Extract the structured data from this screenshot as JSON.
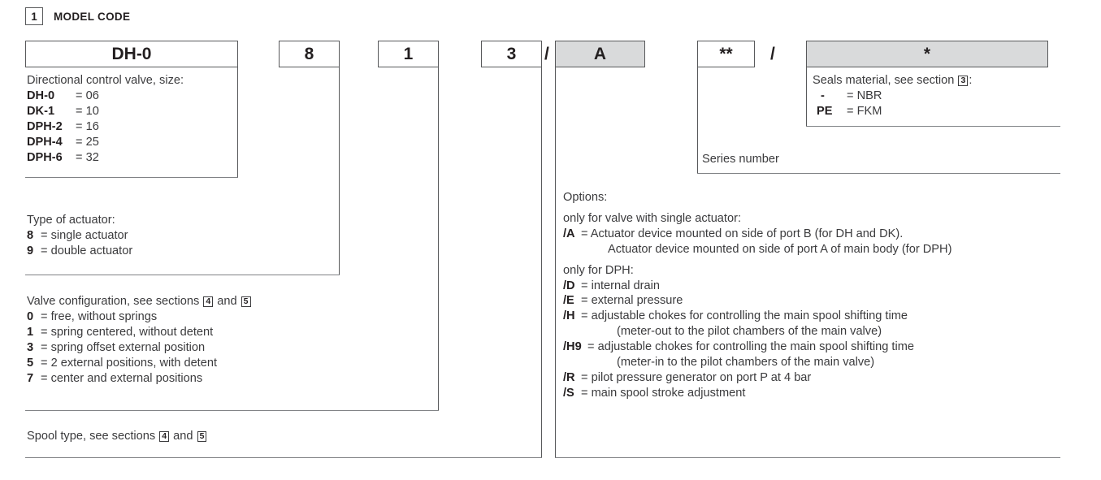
{
  "section": {
    "number": "1",
    "title": "MODEL CODE"
  },
  "code_boxes": [
    {
      "name": "model",
      "value": "DH-0",
      "shaded": false
    },
    {
      "name": "actuator-type",
      "value": "8",
      "shaded": false
    },
    {
      "name": "valve-configuration",
      "value": "1",
      "shaded": false
    },
    {
      "name": "spool-type",
      "value": "3",
      "shaded": false
    },
    {
      "name": "options",
      "value": "A",
      "shaded": true
    },
    {
      "name": "series-number",
      "value": "**",
      "shaded": false
    },
    {
      "name": "seals-material",
      "value": "*",
      "shaded": true
    }
  ],
  "separators": {
    "slash": "/"
  },
  "model_block": {
    "heading": "Directional control valve, size:",
    "items": [
      {
        "key": "DH-0",
        "eq": "=",
        "value": "06"
      },
      {
        "key": "DK-1",
        "eq": "=",
        "value": "10"
      },
      {
        "key": "DPH-2",
        "eq": "=",
        "value": "16"
      },
      {
        "key": "DPH-4",
        "eq": "=",
        "value": "25"
      },
      {
        "key": "DPH-6",
        "eq": "=",
        "value": "32"
      }
    ]
  },
  "actuator_block": {
    "heading": "Type of actuator:",
    "items": [
      {
        "key": "8",
        "eq": "=",
        "value": "single actuator"
      },
      {
        "key": "9",
        "eq": "=",
        "value": "double actuator"
      }
    ]
  },
  "valve_config_block": {
    "heading_pre": "Valve configuration, see sections",
    "heading_ref1": "4",
    "heading_mid": "and",
    "heading_ref2": "5",
    "items": [
      {
        "key": "0",
        "eq": "=",
        "value": "free, without springs"
      },
      {
        "key": "1",
        "eq": "=",
        "value": "spring centered, without detent"
      },
      {
        "key": "3",
        "eq": "=",
        "value": "spring offset external position"
      },
      {
        "key": "5",
        "eq": "=",
        "value": "2 external positions, with detent"
      },
      {
        "key": "7",
        "eq": "=",
        "value": "center and external positions"
      }
    ]
  },
  "spool_block": {
    "heading_pre": "Spool type, see sections",
    "heading_ref1": "4",
    "heading_mid": "and",
    "heading_ref2": "5"
  },
  "options_block": {
    "heading": "Options:",
    "group1_heading": "only for valve with single actuator:",
    "group1_items": [
      {
        "key": "/A",
        "eq": "=",
        "value": "Actuator device mounted on side of port B (for DH and DK).",
        "cont": "Actuator device mounted on side of port A of main body (for DPH)"
      }
    ],
    "group2_heading": "only for DPH:",
    "group2_items": [
      {
        "key": "/D",
        "eq": "=",
        "value": "internal drain",
        "cont": ""
      },
      {
        "key": "/E",
        "eq": "=",
        "value": "external pressure",
        "cont": ""
      },
      {
        "key": "/H",
        "eq": "=",
        "value": "adjustable chokes for controlling the main spool shifting time",
        "cont": "(meter-out to the pilot chambers of the main valve)"
      },
      {
        "key": "/H9",
        "eq": "=",
        "value": "adjustable chokes for controlling the main spool shifting time",
        "cont": "(meter-in to the pilot chambers of the main valve)"
      },
      {
        "key": "/R",
        "eq": "=",
        "value": "pilot pressure generator on port P at 4 bar",
        "cont": ""
      },
      {
        "key": "/S",
        "eq": "=",
        "value": "main spool stroke adjustment",
        "cont": ""
      }
    ]
  },
  "series_block": {
    "label": "Series number"
  },
  "seals_block": {
    "heading_pre": "Seals material, see section",
    "heading_ref": "3",
    "heading_post": ":",
    "items": [
      {
        "key": "-",
        "eq": "=",
        "value": "NBR"
      },
      {
        "key": "PE",
        "eq": "=",
        "value": "FKM"
      }
    ]
  },
  "colors": {
    "shade": "#d9dadb",
    "line": "#58595b",
    "rule": "#808285",
    "text": "#3b3b3d",
    "bold_text": "#231f20"
  }
}
